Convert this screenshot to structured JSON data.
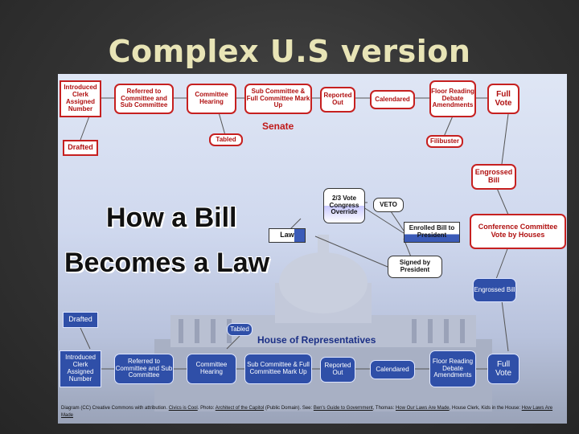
{
  "slide": {
    "title": "Complex U.S version"
  },
  "diagram": {
    "senate_label": "Senate",
    "house_label": "House of Representatives",
    "headline_line1": "How a Bill",
    "headline_line2": "Becomes a Law",
    "senate_row": [
      "Introduced Clerk Assigned Number",
      "Referred to Committee and Sub Committee",
      "Committee Hearing",
      "Sub Committee & Full Committee Mark Up",
      "Reported Out",
      "Calendared",
      "Floor Reading Debate Amendments",
      "Full Vote"
    ],
    "senate_tabled": "Tabled",
    "senate_filibuster": "Filibuster",
    "senate_drafted": "Drafted",
    "engrossed_top": "Engrossed Bill",
    "engrossed_bottom": "Engrossed Bill",
    "conference": "Conference Committee Vote by Houses",
    "enrolled": "Enrolled Bill to President",
    "signed": "Signed by President",
    "veto": "VETO",
    "override": "2/3 Vote Congress Override",
    "law": "Law",
    "house_drafted": "Drafted",
    "house_tabled": "Tabled",
    "house_row": [
      "Introduced Clerk Assigned Number",
      "Referred to Committee and Sub Committee",
      "Committee Hearing",
      "Sub Committee & Full Committee Mark Up",
      "Reported Out",
      "Calendared",
      "Floor Reading Debate Amendments",
      "Full Vote"
    ],
    "footer": {
      "p1": "Diagram (CC) Creative Commons with attribution.",
      "l1": "Civics is Cool",
      "p2": ". Photo:",
      "l2": "Architect of the Capitol",
      "p3": "(Public Domain). See:",
      "l3": "Ben's Guide to Government",
      "p4": ", Thomas:",
      "l4": "How Our Laws Are Made",
      "p5": ", House Clerk, Kids in the House:",
      "l5": "How Laws Are Made"
    }
  },
  "colors": {
    "senate": "#c62020",
    "house": "#2f4fa8",
    "title": "#e8e4b6"
  }
}
